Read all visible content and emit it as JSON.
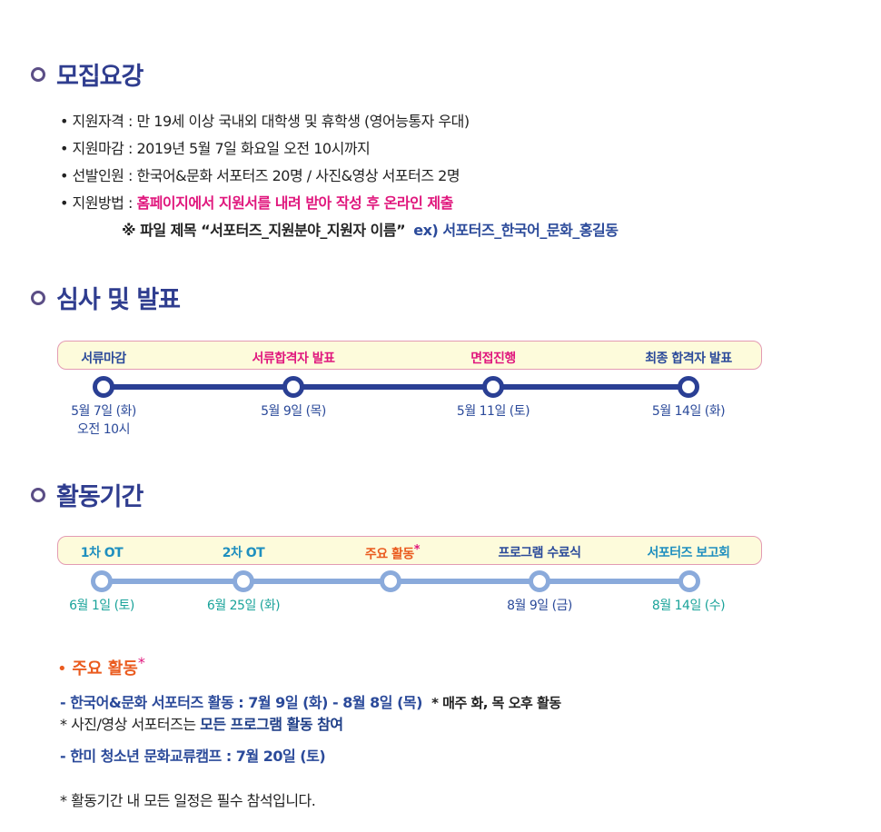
{
  "sections": {
    "recruit": {
      "title": "모집요강",
      "items": [
        {
          "label": "• 지원자격 : ",
          "text": "만 19세 이상 국내외 대학생 및 휴학생 (영어능통자 우대)"
        },
        {
          "label": "• 지원마감 : ",
          "text": "2019년 5월 7일 화요일 오전 10시까지"
        },
        {
          "label": "• 선발인원 : ",
          "text": "한국어&문화 서포터즈 20명 / 사진&영상 서포터즈 2명"
        },
        {
          "label": "• 지원방법 : ",
          "text": "홈페이지에서 지원서를 내려 받아 작성 후 온라인 제출"
        }
      ],
      "note_prefix": "※  파일 제목 “서포터즈_지원분야_지원자 이름”",
      "note_example": "ex) 서포터즈_한국어_문화_홍길동"
    },
    "review": {
      "title": "심사 및 발표",
      "steps": [
        {
          "label": "서류마감",
          "date": "5월 7일 (화)",
          "date2": "오전 10시",
          "color": "#2b4a9a"
        },
        {
          "label": "서류합격자 발표",
          "date": "5월 9일 (목)",
          "date2": "",
          "color": "#e0177d"
        },
        {
          "label": "면접진행",
          "date": "5월 11일 (토)",
          "date2": "",
          "color": "#e0177d"
        },
        {
          "label": "최종 합격자 발표",
          "date": "5월 14일 (화)",
          "date2": "",
          "color": "#2b4a9a"
        }
      ]
    },
    "activity": {
      "title": "활동기간",
      "steps": [
        {
          "label": "1차 OT",
          "date": "6월 1일 (토)",
          "color": "#1f8fbf"
        },
        {
          "label": "2차 OT",
          "date": "6월 25일 (화)",
          "color": "#1f8fbf"
        },
        {
          "label": "주요 활동",
          "date": "",
          "color": "#ea5b1f"
        },
        {
          "label": "프로그램 수료식",
          "date": "8월 9일 (금)",
          "color": "#2b4a9a"
        },
        {
          "label": "서포터즈 보고회",
          "date": "8월 14일 (수)",
          "color": "#1f8fbf"
        }
      ],
      "main_heading": "주요 활동",
      "main_star": "*",
      "line1": "- 한국어&문화 서포터즈 활동 : 7월 9일 (화) - 8월 8일 (목)",
      "line1_note": "* 매주 화, 목 오후 활동",
      "line2_prefix": "* 사진/영상 서포터즈는 ",
      "line2_bold": "모든 프로그램 활동 참여",
      "line3": "- 한미 청소년 문화교류캠프 : 7월 20일 (토)",
      "footnote": "* 활동기간 내 모든 일정은 필수 참석입니다."
    }
  },
  "colors": {
    "title": "#2f3d8f",
    "pink": "#e0177d",
    "orange": "#ea5b1f",
    "dark_track": "#2a3f94",
    "light_track": "#8aaadb",
    "band_bg": "#fdfbdb",
    "band_border": "#e39bb3",
    "date_blue": "#2b4a9a",
    "date_teal": "#1aa39a"
  }
}
